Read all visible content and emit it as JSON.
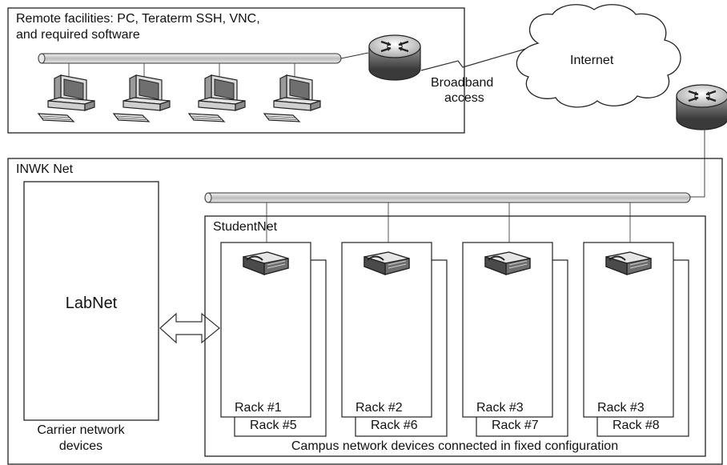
{
  "remote": {
    "title_line1": "Remote facilities: PC, Teraterm SSH, VNC,",
    "title_line2": "and required software"
  },
  "broadband": {
    "line1": "Broadband",
    "line2": "access"
  },
  "internet": {
    "label": "Internet"
  },
  "inwk": {
    "label": "INWK Net"
  },
  "labnet": {
    "label": "LabNet",
    "caption_line1": "Carrier network",
    "caption_line2": "devices"
  },
  "studentnet": {
    "label": "StudentNet",
    "caption": "Campus network devices connected in fixed configuration",
    "racks_front": [
      "Rack #1",
      "Rack #2",
      "Rack #3",
      "Rack #3"
    ],
    "racks_back": [
      "Rack #5",
      "Rack #6",
      "Rack #7",
      "Rack #8"
    ]
  }
}
